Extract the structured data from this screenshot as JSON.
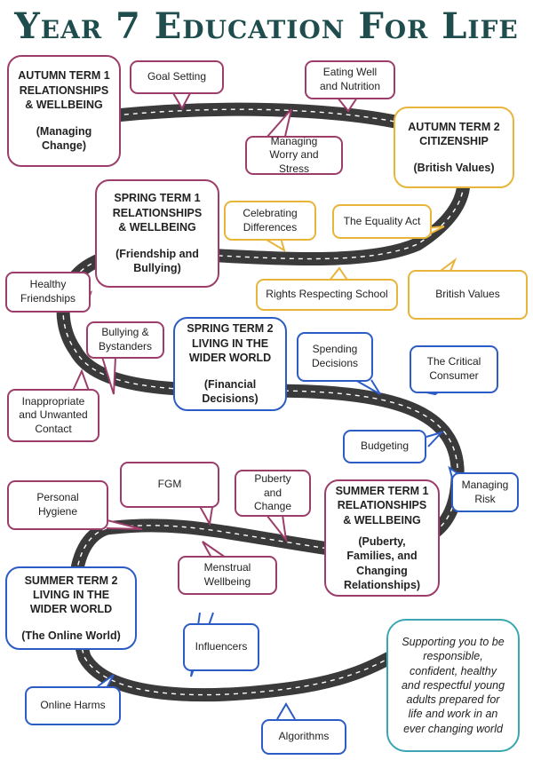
{
  "title": "Year 7 Education For Life",
  "terms": {
    "autumn1": {
      "line1": "AUTUMN TERM 1",
      "line2": "RELATIONSHIPS",
      "line3": "& WELLBEING",
      "sub": "(Managing Change)"
    },
    "autumn2": {
      "line1": "AUTUMN TERM 2",
      "line2": "CITIZENSHIP",
      "sub": "(British Values)"
    },
    "spring1": {
      "line1": "SPRING TERM 1",
      "line2": "RELATIONSHIPS",
      "line3": "& WELLBEING",
      "sub": "(Friendship and Bullying)"
    },
    "spring2": {
      "line1": "SPRING TERM 2",
      "line2": "LIVING IN THE",
      "line3": "WIDER WORLD",
      "sub": "(Financial Decisions)"
    },
    "summer1": {
      "line1": "SUMMER TERM 1",
      "line2": "RELATIONSHIPS",
      "line3": "& WELLBEING",
      "sub": "(Puberty, Families, and Changing Relationships)"
    },
    "summer2": {
      "line1": "SUMMER TERM 2",
      "line2": "LIVING IN THE",
      "line3": "WIDER WORLD",
      "sub": "(The Online World)"
    }
  },
  "topics": {
    "goal_setting": "Goal Setting",
    "eating_well": "Eating Well and Nutrition",
    "managing_worry": "Managing Worry and Stress",
    "celebrating_differences": "Celebrating Differences",
    "equality_act": "The Equality Act",
    "rights_respecting": "Rights Respecting School",
    "british_values": "British Values",
    "healthy_friendships": "Healthy Friendships",
    "bullying_bystanders": "Bullying & Bystanders",
    "inappropriate_contact": "Inappropriate and Unwanted Contact",
    "spending_decisions": "Spending Decisions",
    "critical_consumer": "The Critical Consumer",
    "budgeting": "Budgeting",
    "managing_risk": "Managing Risk",
    "personal_hygiene": "Personal Hygiene",
    "fgm": "FGM",
    "puberty_change": "Puberty and Change",
    "menstrual_wellbeing": "Menstrual Wellbeing",
    "influencers": "Influencers",
    "online_harms": "Online Harms",
    "algorithms": "Algorithms"
  },
  "mission": "Supporting you to be responsible, confident, healthy and respectful young adults prepared for life and work in an ever changing world",
  "colors": {
    "pink": "#9c3d6a",
    "yellow": "#e8b53a",
    "blue": "#2c5cc5",
    "teal": "#3aa6b1",
    "road": "#3a3a3a",
    "title": "#1f4d4d"
  }
}
